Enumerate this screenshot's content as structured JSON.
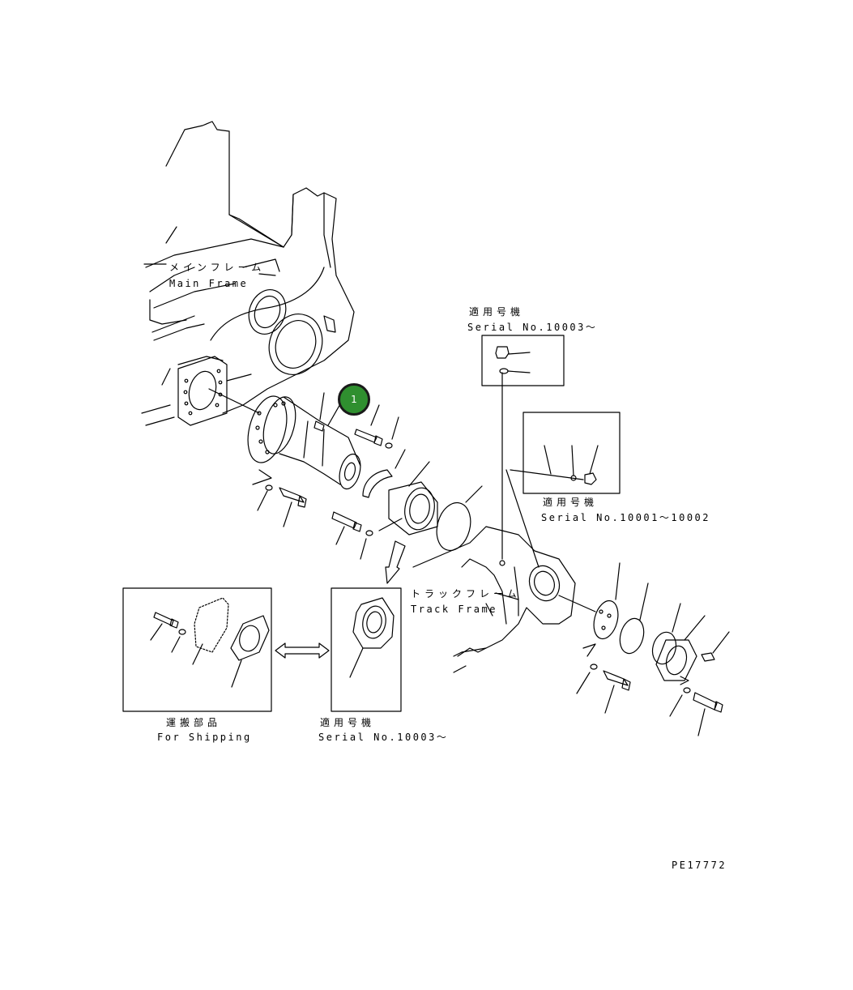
{
  "labels": {
    "main_frame_jp": "メインフレーム",
    "main_frame_en": "Main Frame",
    "track_frame_jp": "トラックフレーム",
    "track_frame_en": "Track Frame",
    "serial_a_jp": "適用号機",
    "serial_a_en": "Serial No.10003～",
    "serial_b_jp": "適用号機",
    "serial_b_en": "Serial No.10001～10002",
    "serial_c_jp": "適用号機",
    "serial_c_en": "Serial No.10003～",
    "shipping_jp": "運搬部品",
    "shipping_en": "For Shipping",
    "drawing_no": "PE17772"
  },
  "callouts": [
    {
      "number": "1",
      "color": "#2f8f2f"
    }
  ]
}
